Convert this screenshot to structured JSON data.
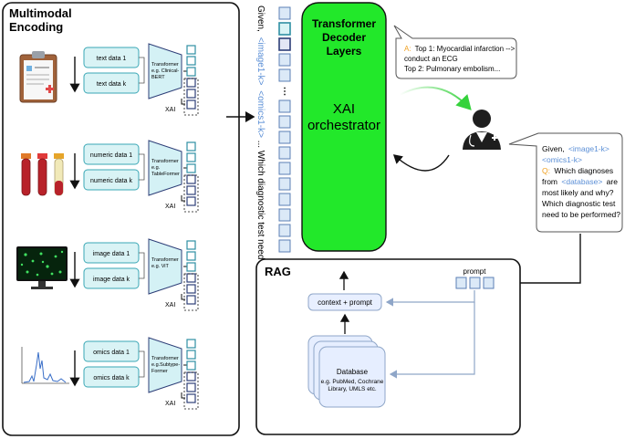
{
  "encoding": {
    "title_line1": "Multimodal",
    "title_line2": "Encoding",
    "rows": [
      {
        "data_first": "text data 1",
        "data_last": "text data k",
        "encoder_line1": "Transformer",
        "encoder_line2": "e.g. Clinical-",
        "encoder_line3": "BERT",
        "xai": "XAI",
        "icon": "clipboard-icon"
      },
      {
        "data_first": "numeric data 1",
        "data_last": "numeric data k",
        "encoder_line1": "Transformer",
        "encoder_line2": "e.g.",
        "encoder_line3": "TableFormer",
        "xai": "XAI",
        "icon": "blood-tubes-icon"
      },
      {
        "data_first": "image data 1",
        "data_last": "image data k",
        "encoder_line1": "Transformer",
        "encoder_line2": "e.g. ViT",
        "encoder_line3": "",
        "xai": "XAI",
        "icon": "microscopy-monitor-icon"
      },
      {
        "data_first": "omics data 1",
        "data_last": "omics data k",
        "encoder_line1": "Transformer",
        "encoder_line2": "e.g.Subtype-",
        "encoder_line3": "Former",
        "xai": "XAI",
        "icon": "omics-spectrum-icon"
      }
    ]
  },
  "query": {
    "given": "Given,",
    "image_token": "<image1-k>",
    "omics_token": "<omics1-k>",
    "question": "... Which diagnostic test need to be performed?"
  },
  "decoder": {
    "title_line1": "Transformer",
    "title_line2": "Decoder",
    "title_line3": "Layers",
    "orchestrator_line1": "XAI",
    "orchestrator_line2": "orchestrator",
    "color": "#22e82a"
  },
  "answer_bubble": {
    "line1_marker": "A:",
    "line1": "Top 1: Myocardial infarction -->",
    "line2": "conduct an ECG",
    "line3": "Top 2: Pulmonary embolism..."
  },
  "question_bubble": {
    "given": "Given,",
    "image_token": "<image1-k>",
    "omics_token": "<omics1-k>",
    "q_marker": "Q:",
    "q_line1": "Which diagnoses",
    "q_from": "from",
    "database_token": "<database>",
    "q_are": "are",
    "q_line3": "most likely and why?",
    "q_line4": "Which diagnostic test",
    "q_line5": "need to be performed?"
  },
  "rag": {
    "title": "RAG",
    "prompt_label": "prompt",
    "context_label": "context + prompt",
    "database_title": "Database",
    "database_line1": "e.g. PubMed, Cochrane",
    "database_line2": "Library, UMLS etc."
  },
  "colors": {
    "token_blue": "#5b8fd6",
    "marker_orange": "#f0a020",
    "teal_box": "#d9f3f5",
    "teal_stroke": "#3aa7b5",
    "navy": "#2e3f78",
    "db_fill": "#e6eeff"
  }
}
